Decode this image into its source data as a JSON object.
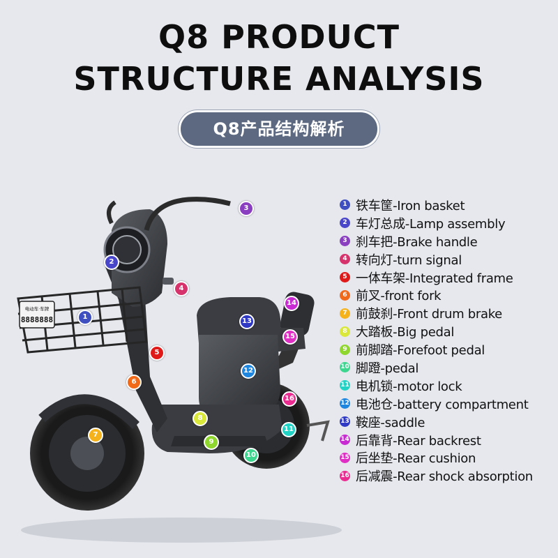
{
  "header": {
    "title_line1": "Q8 PRODUCT",
    "title_line2": "STRUCTURE ANALYSIS",
    "subtitle": "Q8产品结构解析"
  },
  "license_plate": {
    "top": "电动车·车牌",
    "number": "8888888"
  },
  "parts": [
    {
      "num": "1",
      "label": "铁车筐-Iron basket",
      "color": "#3f4fbf"
    },
    {
      "num": "2",
      "label": "车灯总成-Lamp assembly",
      "color": "#4a46c9"
    },
    {
      "num": "3",
      "label": "刹车把-Brake handle",
      "color": "#8a3fc0"
    },
    {
      "num": "4",
      "label": "转向灯-turn signal",
      "color": "#d6336c"
    },
    {
      "num": "5",
      "label": "一体车架-Integrated frame",
      "color": "#e01919"
    },
    {
      "num": "6",
      "label": "前叉-front fork",
      "color": "#f06a1a"
    },
    {
      "num": "7",
      "label": "前鼓刹-Front drum brake",
      "color": "#f5b21b"
    },
    {
      "num": "8",
      "label": "大踏板-Big pedal",
      "color": "#d9e83a"
    },
    {
      "num": "9",
      "label": "前脚踏-Forefoot pedal",
      "color": "#8fd62e"
    },
    {
      "num": "10",
      "label": "脚蹬-pedal",
      "color": "#3ed68f"
    },
    {
      "num": "11",
      "label": "电机锁-motor lock",
      "color": "#22d3c5"
    },
    {
      "num": "12",
      "label": "电池仓-battery compartment",
      "color": "#1f86e0"
    },
    {
      "num": "13",
      "label": "鞍座-saddle",
      "color": "#2f39c4"
    },
    {
      "num": "14",
      "label": "后靠背-Rear backrest",
      "color": "#c72bd1"
    },
    {
      "num": "15",
      "label": "后坐垫-Rear cushion",
      "color": "#e02fc4"
    },
    {
      "num": "16",
      "label": "后减震-Rear shock absorption",
      "color": "#ea2b8f"
    }
  ]
}
